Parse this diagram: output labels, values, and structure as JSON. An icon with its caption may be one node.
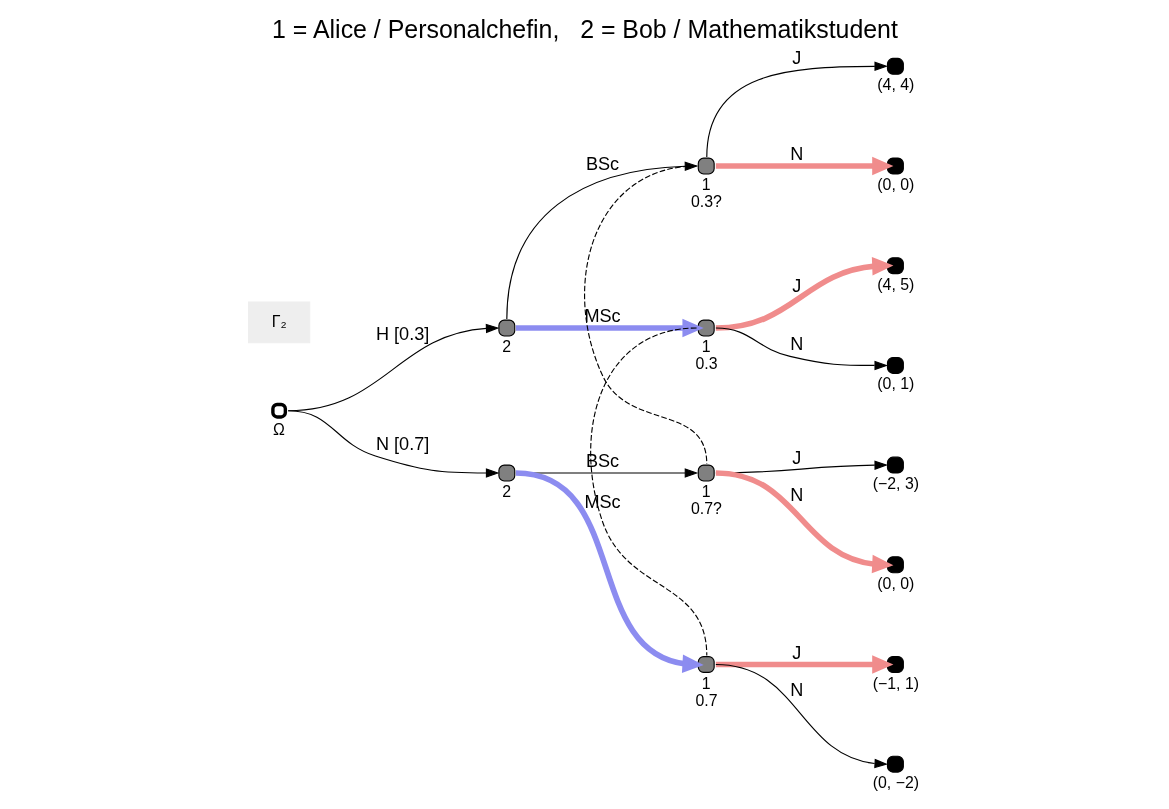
{
  "diagram": {
    "title": "1 = Alice / Personalchefin,   2 = Bob / Mathematikstudent",
    "nodes": [
      {
        "text": [],
        "shape": "circle",
        "beside": [
          "Ω"
        ]
      },
      {
        "text": [],
        "shape": "circle",
        "beside": [
          "2"
        ]
      },
      {
        "text": [],
        "shape": "circle",
        "beside": [
          "1",
          "0.3?"
        ]
      },
      {
        "text": [],
        "shape": "circle",
        "beside": [
          "1",
          "0.3"
        ]
      },
      {
        "text": [],
        "shape": "circle",
        "beside": [
          "2"
        ]
      },
      {
        "text": [],
        "shape": "circle",
        "beside": [
          "1",
          "0.7?"
        ]
      },
      {
        "text": [],
        "shape": "circle",
        "beside": [
          "1",
          "0.7"
        ]
      },
      {
        "text": [],
        "shape": "circle",
        "beside": [
          "(4, 4)"
        ]
      },
      {
        "text": [],
        "shape": "circle",
        "beside": [
          "(0, 0)"
        ]
      },
      {
        "text": [],
        "shape": "circle",
        "beside": [
          "(4, 5)"
        ]
      },
      {
        "text": [],
        "shape": "circle",
        "beside": [
          "(0, 1)"
        ]
      },
      {
        "text": [],
        "shape": "circle",
        "beside": [
          "(−2, 3)"
        ]
      },
      {
        "text": [],
        "shape": "circle",
        "beside": [
          "(0, 0)"
        ]
      },
      {
        "text": [],
        "shape": "circle",
        "beside": [
          "(−1, 1)"
        ]
      },
      {
        "text": [],
        "shape": "circle",
        "beside": [
          "(0, −2)"
        ]
      },
      {
        "text": [
          "Γ₂"
        ]
      }
    ],
    "edges": [
      {
        "from": 0,
        "to": 1,
        "arrow": "to",
        "label": "H [0.3]"
      },
      {
        "from": 0,
        "to": 4,
        "arrow": "to",
        "label": "N [0.7]"
      },
      {
        "from": 1,
        "to": 2,
        "arrow": "to",
        "label": "BSc"
      },
      {
        "from": 1,
        "to": 3,
        "arrow": "to",
        "label": "MSc",
        "style": "thick",
        "color": "#8c8cf0"
      },
      {
        "from": 2,
        "to": 7,
        "arrow": "to",
        "label": "J"
      },
      {
        "from": 2,
        "to": 8,
        "arrow": "to",
        "label": "N",
        "style": "thick",
        "color": "#f08c8c"
      },
      {
        "from": 3,
        "to": 9,
        "arrow": "to",
        "label": "J",
        "style": "thick",
        "color": "#f08c8c"
      },
      {
        "from": 3,
        "to": 10,
        "arrow": "to",
        "label": "N"
      },
      {
        "from": 4,
        "to": 5,
        "arrow": "to",
        "label": "BSc"
      },
      {
        "from": 4,
        "to": 6,
        "arrow": "to",
        "label": "MSc",
        "style": "thick",
        "color": "#8c8cf0"
      },
      {
        "from": 5,
        "to": 11,
        "arrow": "to",
        "label": "J"
      },
      {
        "from": 5,
        "to": 12,
        "arrow": "to",
        "label": "N",
        "style": "thick",
        "color": "#f08c8c"
      },
      {
        "from": 6,
        "to": 13,
        "arrow": "to",
        "label": "J",
        "style": "thick",
        "color": "#f08c8c"
      },
      {
        "from": 6,
        "to": 14,
        "arrow": "to",
        "label": "N"
      },
      {
        "from": 2,
        "to": 5,
        "arrow": "none",
        "style": "dashed"
      },
      {
        "from": 3,
        "to": 6,
        "arrow": "none",
        "style": "dashed"
      }
    ]
  }
}
